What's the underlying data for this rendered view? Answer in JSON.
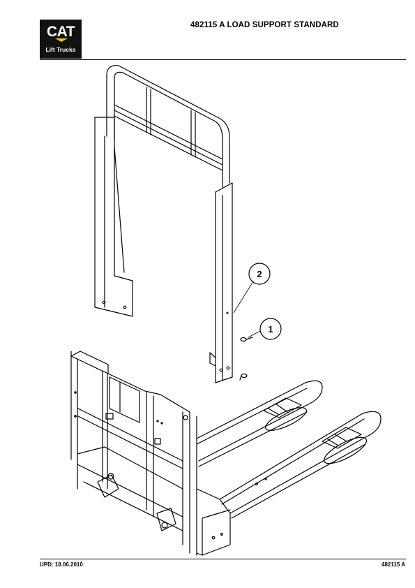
{
  "header": {
    "logo_brand": "CAT",
    "logo_sub": "Lift Trucks",
    "title": "482115 A  LOAD SUPPORT STANDARD"
  },
  "callouts": [
    {
      "label": "2"
    },
    {
      "label": "1"
    }
  ],
  "footer": {
    "update": "UPD: 18.06.2010",
    "code": "482115 A"
  },
  "colors": {
    "logo_bg": "#111111",
    "logo_accent": "#f2c200",
    "line": "#000000"
  }
}
